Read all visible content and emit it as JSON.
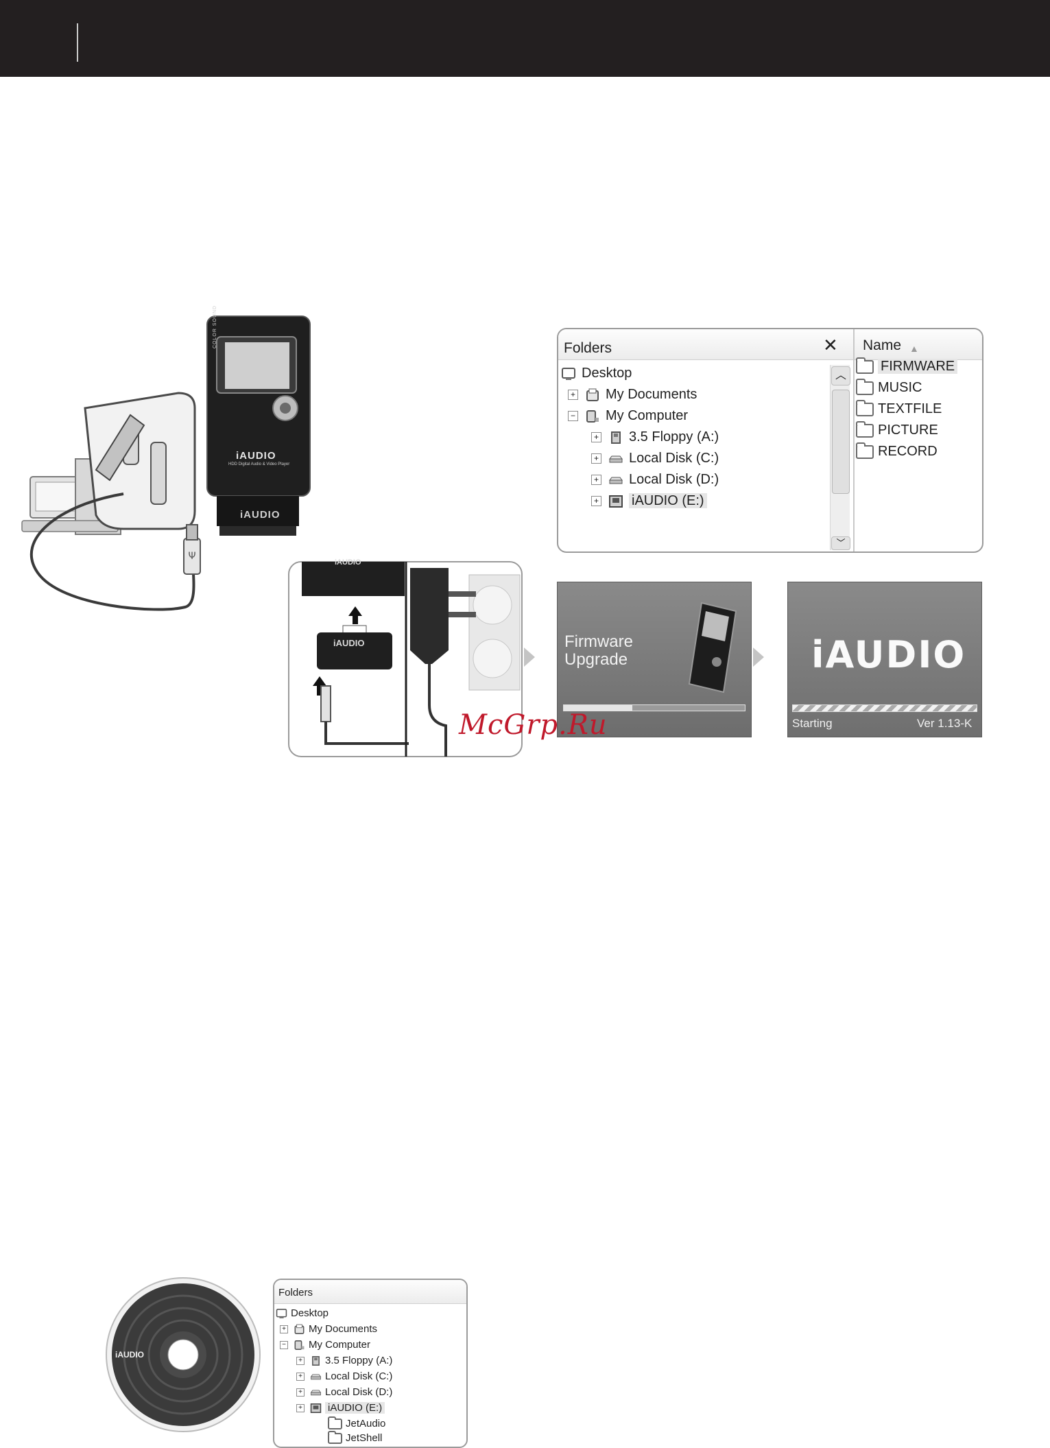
{
  "explorer": {
    "folders_title": "Folders",
    "close_glyph": "✕",
    "name_column": "Name",
    "tree": [
      {
        "label": "Desktop",
        "toggle": "",
        "icon": "desktop-icon"
      },
      {
        "label": "My Documents",
        "toggle": "+",
        "icon": "documents-icon"
      },
      {
        "label": "My Computer",
        "toggle": "−",
        "icon": "computer-icon"
      },
      {
        "label": "3.5 Floppy (A:)",
        "toggle": "+",
        "icon": "floppy-icon"
      },
      {
        "label": "Local Disk (C:)",
        "toggle": "+",
        "icon": "disk-icon"
      },
      {
        "label": "Local Disk (D:)",
        "toggle": "+",
        "icon": "disk-icon"
      },
      {
        "label": "iAUDIO (E:)",
        "toggle": "+",
        "icon": "player-drive-icon"
      }
    ],
    "files": [
      "FIRMWARE",
      "MUSIC",
      "TEXTFILE",
      "PICTURE",
      "RECORD"
    ]
  },
  "firmware_screen": {
    "line1": "Firmware",
    "line2": "Upgrade"
  },
  "boot_screen": {
    "logo": "iAUDIO",
    "status": "Starting",
    "version": "Ver 1.13-K"
  },
  "player": {
    "brand": "iAUDIO",
    "side_text": "COLOR SOUND",
    "subtitle": "HDD Digital Audio & Video Player",
    "dock_brand": "iAUDIO"
  },
  "watermark": "McGrp.Ru",
  "cd": {
    "label": "iAUDIO"
  },
  "explorer_small": {
    "folders_title": "Folders",
    "tree": [
      {
        "label": "Desktop",
        "toggle": "",
        "icon": "desktop-icon"
      },
      {
        "label": "My Documents",
        "toggle": "+",
        "icon": "documents-icon"
      },
      {
        "label": "My Computer",
        "toggle": "−",
        "icon": "computer-icon"
      },
      {
        "label": "3.5 Floppy (A:)",
        "toggle": "+",
        "icon": "floppy-icon"
      },
      {
        "label": "Local Disk (C:)",
        "toggle": "+",
        "icon": "disk-icon"
      },
      {
        "label": "Local Disk (D:)",
        "toggle": "+",
        "icon": "disk-icon"
      },
      {
        "label": "iAUDIO (E:)",
        "toggle": "+",
        "icon": "player-drive-icon"
      },
      {
        "label": "JetAudio",
        "toggle": "",
        "icon": "folder-icon"
      },
      {
        "label": "JetShell",
        "toggle": "",
        "icon": "folder-icon"
      }
    ]
  },
  "colors": {
    "topbar": "#231f20",
    "watermark": "#c0192b"
  }
}
